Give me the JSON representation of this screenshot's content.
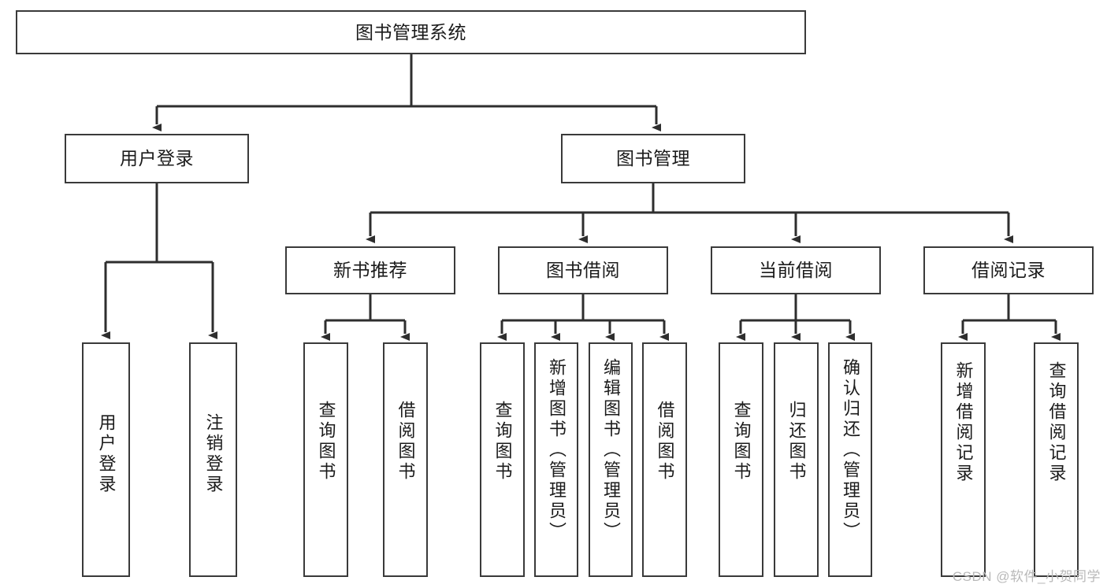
{
  "diagram": {
    "title_node": {
      "label": "图书管理系统"
    },
    "level2": [
      {
        "key": "user_login",
        "label": "用户登录"
      },
      {
        "key": "book_manage",
        "label": "图书管理"
      }
    ],
    "level3": [
      {
        "key": "new_book_rec",
        "label": "新书推荐"
      },
      {
        "key": "book_borrow",
        "label": "图书借阅"
      },
      {
        "key": "current_borrow",
        "label": "当前借阅"
      },
      {
        "key": "borrow_record",
        "label": "借阅记录"
      }
    ],
    "leaves": {
      "user_login": [
        {
          "label": "用户登录"
        },
        {
          "label": "注销登录"
        }
      ],
      "new_book_rec": [
        {
          "label": "查询图书"
        },
        {
          "label": "借阅图书"
        }
      ],
      "book_borrow": [
        {
          "label": "查询图书"
        },
        {
          "label": "新增图书（管理员）"
        },
        {
          "label": "编辑图书（管理员）"
        },
        {
          "label": "借阅图书"
        }
      ],
      "current_borrow": [
        {
          "label": "查询图书"
        },
        {
          "label": "归还图书"
        },
        {
          "label": "确认归还（管理员）"
        }
      ],
      "borrow_record": [
        {
          "label": "新增借阅记录"
        },
        {
          "label": "查询借阅记录"
        }
      ]
    }
  },
  "watermark": {
    "text": "CSDN @软件_小贺同学"
  },
  "colors": {
    "border": "#3a3a3a",
    "text": "#1b1b1b",
    "background": "#ffffff",
    "watermark": "#b9b9b9"
  }
}
